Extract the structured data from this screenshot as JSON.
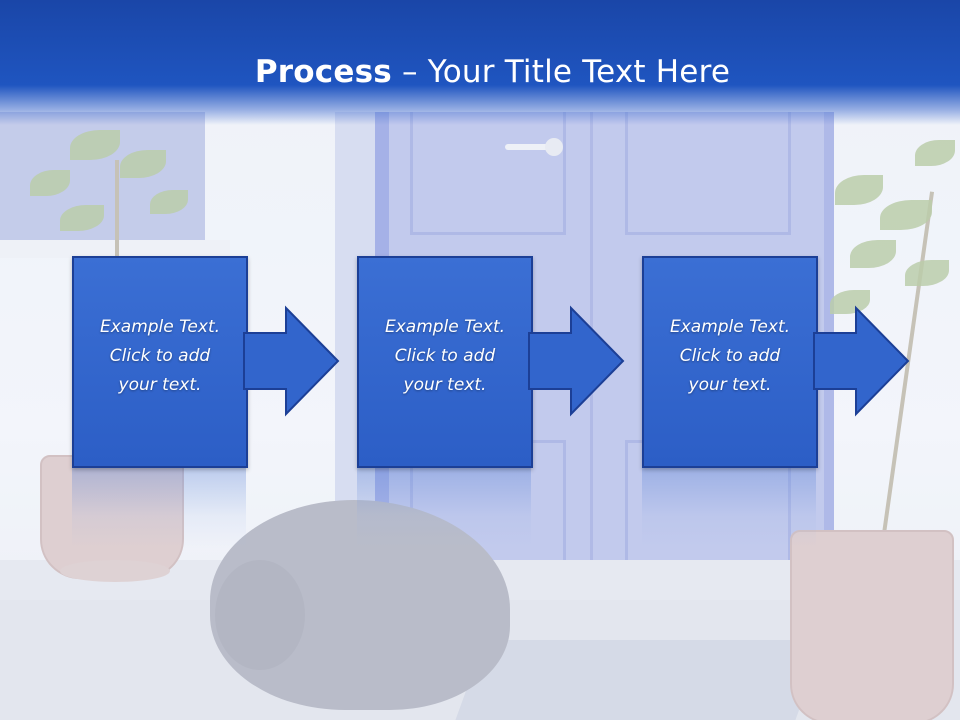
{
  "slide": {
    "title_bold": "Process",
    "title_rest": " – Your Title Text Here"
  },
  "process_steps": [
    {
      "line1": "Example Text.",
      "line2": "Click  to add",
      "line3": "your text."
    },
    {
      "line1": "Example Text.",
      "line2": "Click  to add",
      "line3": "your text."
    },
    {
      "line1": "Example Text.",
      "line2": "Click  to add",
      "line3": "your text."
    }
  ],
  "colors": {
    "header_blue": "#1f55c0",
    "box_blue": "#3265cc",
    "box_border": "#1c3f96",
    "text": "#ffffff"
  },
  "icons": [
    "arrow-right-icon"
  ]
}
